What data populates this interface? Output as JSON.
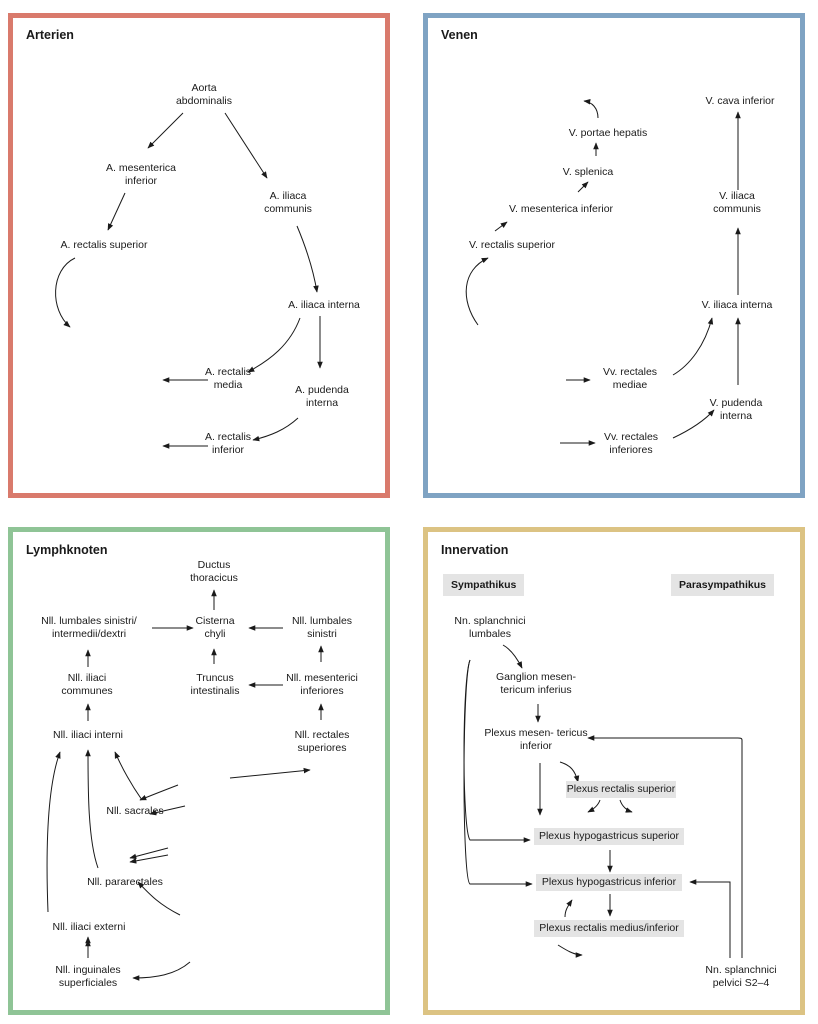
{
  "colors": {
    "arterien_border": "#d97a6c",
    "venen_border": "#7fa3c3",
    "lymph_border": "#8fc496",
    "innervation_border": "#dcc383",
    "rectum_fill": "#b79677",
    "liver_fill": "#a8544f",
    "gallbladder_fill": "#4f7e3f"
  },
  "arterien": {
    "title": "Arterien",
    "aorta": "Aorta abdominalis",
    "mes_inf": "A. mesenterica inferior",
    "iliaca_comm": "A. iliaca communis",
    "rect_sup": "A. rectalis superior",
    "iliaca_int": "A. iliaca interna",
    "rect_media": "A. rectalis media",
    "pudenda": "A. pudenda interna",
    "rect_inf": "A. rectalis inferior"
  },
  "venen": {
    "title": "Venen",
    "cava": "V. cava inferior",
    "portae": "V. portae hepatis",
    "splenica": "V. splenica",
    "mes_inf": "V. mesenterica inferior",
    "iliaca_comm": "V. iliaca communis",
    "rect_sup": "V. rectalis superior",
    "iliaca_int": "V. iliaca interna",
    "rect_mediae": "Vv. rectales mediae",
    "pudenda": "V. pudenda interna",
    "rect_inf": "Vv. rectales inferiores"
  },
  "lymph": {
    "title": "Lymphknoten",
    "ductus": "Ductus thoracicus",
    "lumb_sin_int": "Nll. lumbales sinistri/ intermedii/dextri",
    "cisterna": "Cisterna chyli",
    "lumb_sin": "Nll. lumbales sinistri",
    "iliaci_comm": "Nll. iliaci communes",
    "truncus": "Truncus intestinalis",
    "mes_inf": "Nll. mesenterici inferiores",
    "iliaci_int": "Nll. iliaci interni",
    "rect_sup": "Nll. rectales superiores",
    "sacrales": "Nll. sacrales",
    "pararect": "Nll. pararectales",
    "iliaci_ext": "Nll. iliaci externi",
    "inguinales": "Nll. inguinales superficiales"
  },
  "innervation": {
    "title": "Innervation",
    "sympathikus": "Sympathikus",
    "parasympathikus": "Parasympathikus",
    "nn_lumb": "Nn. splanchnici lumbales",
    "ganglion": "Ganglion mesen- tericum inferius",
    "plexus_mes": "Plexus mesen- tericus inferior",
    "plexus_rect_sup": "Plexus rectalis superior",
    "plexus_hyp_sup": "Plexus hypogastricus superior",
    "plexus_hyp_inf": "Plexus hypogastricus inferior",
    "plexus_rect_med": "Plexus rectalis medius/inferior",
    "nn_pelvici": "Nn. splanchnici pelvici S2–4"
  }
}
